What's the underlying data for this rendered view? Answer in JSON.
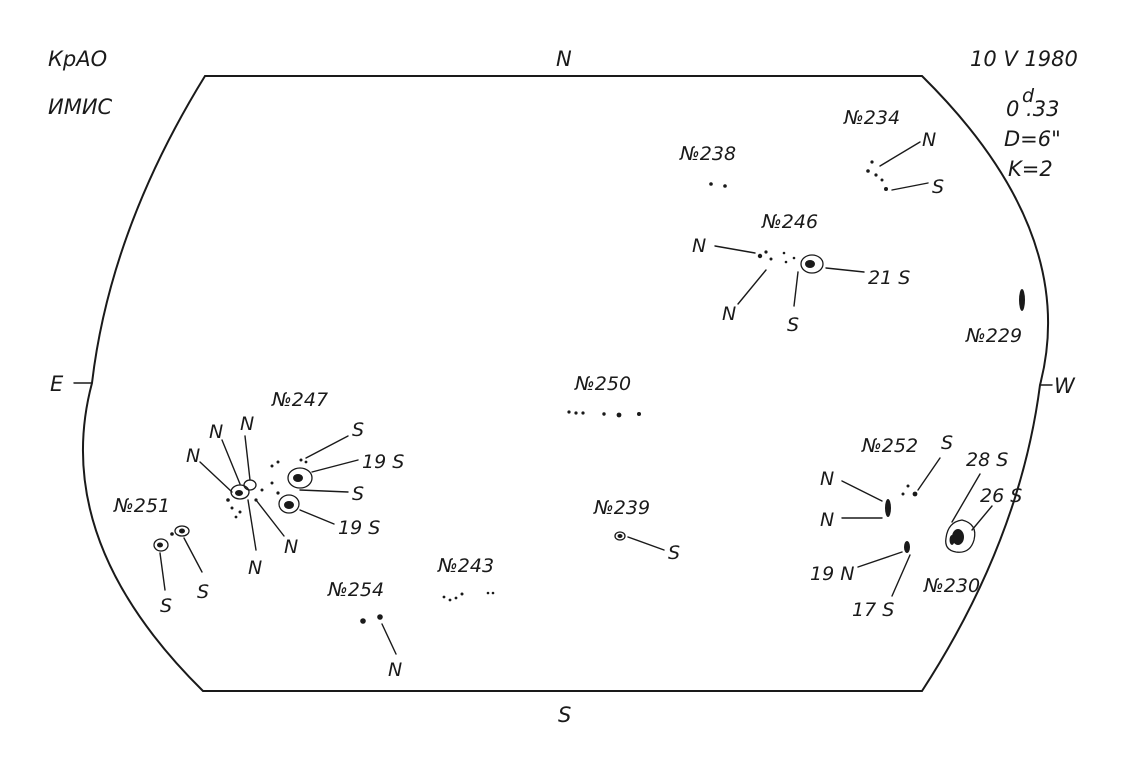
{
  "header": {
    "observatory": "КрАО",
    "observer": "ИМИС",
    "date": "10 V 1980",
    "time_d": "d",
    "time_val": "0 .33",
    "diameter": "D=6\"",
    "quality": "K=2"
  },
  "compass": {
    "north": "N",
    "south": "S",
    "east": "E",
    "west": "W"
  },
  "regions": {
    "r234": "№234",
    "r238": "№238",
    "r246": "№246",
    "r229": "№229",
    "r250": "№250",
    "r247": "№247",
    "r252": "№252",
    "r251": "№251",
    "r239": "№239",
    "r230": "№230",
    "r243": "№243",
    "r254": "№254"
  },
  "labels": {
    "r234_n": "N",
    "r234_s": "S",
    "r246_n1": "N",
    "r246_n2": "N",
    "r246_s": "S",
    "r246_21s": "21 S",
    "r247_n1": "N",
    "r247_n2": "N",
    "r247_n3": "N",
    "r247_n4": "N",
    "r247_n5": "N",
    "r247_s1": "S",
    "r247_19s1": "19 S",
    "r247_s2": "S",
    "r247_19s2": "19 S",
    "r251_s1": "S",
    "r251_s2": "S",
    "r239_s": "S",
    "r252_s": "S",
    "r252_n1": "N",
    "r252_n2": "N",
    "r252_19n": "19 N",
    "r252_17s": "17 S",
    "r230_28s": "28 S",
    "r230_26s": "26 S",
    "r254_n": "N"
  }
}
